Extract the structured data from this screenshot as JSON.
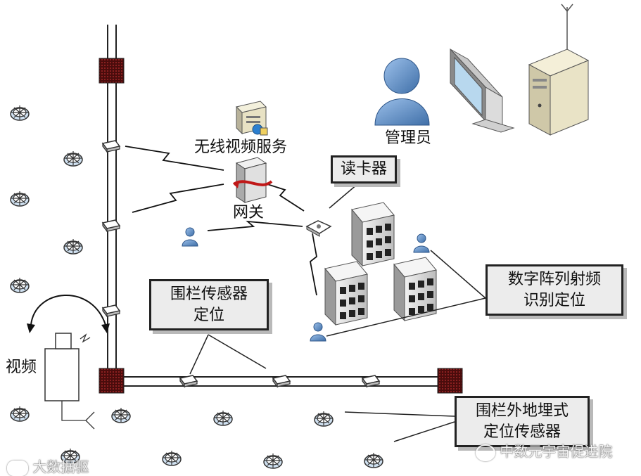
{
  "labels": {
    "wireless_video_service": "无线视频服务",
    "gateway": "网关",
    "card_reader": "读卡器",
    "administrator": "管理员",
    "video": "视频"
  },
  "boxes": {
    "fence_sensor_line1": "围栏传感器",
    "fence_sensor_line2": "定位",
    "rfid_line1": "数字阵列射频",
    "rfid_line2": "识别定位",
    "buried_sensor_line1": "围栏外地埋式",
    "buried_sensor_line2": "定位传感器"
  },
  "watermarks": {
    "left": "大数据驱",
    "right": "中数元宇宙促进院"
  },
  "colors": {
    "fence_post": "#5a1010",
    "person": "#6b9bd2",
    "building": "#d9d9d9",
    "box_bg": "#ececec"
  }
}
